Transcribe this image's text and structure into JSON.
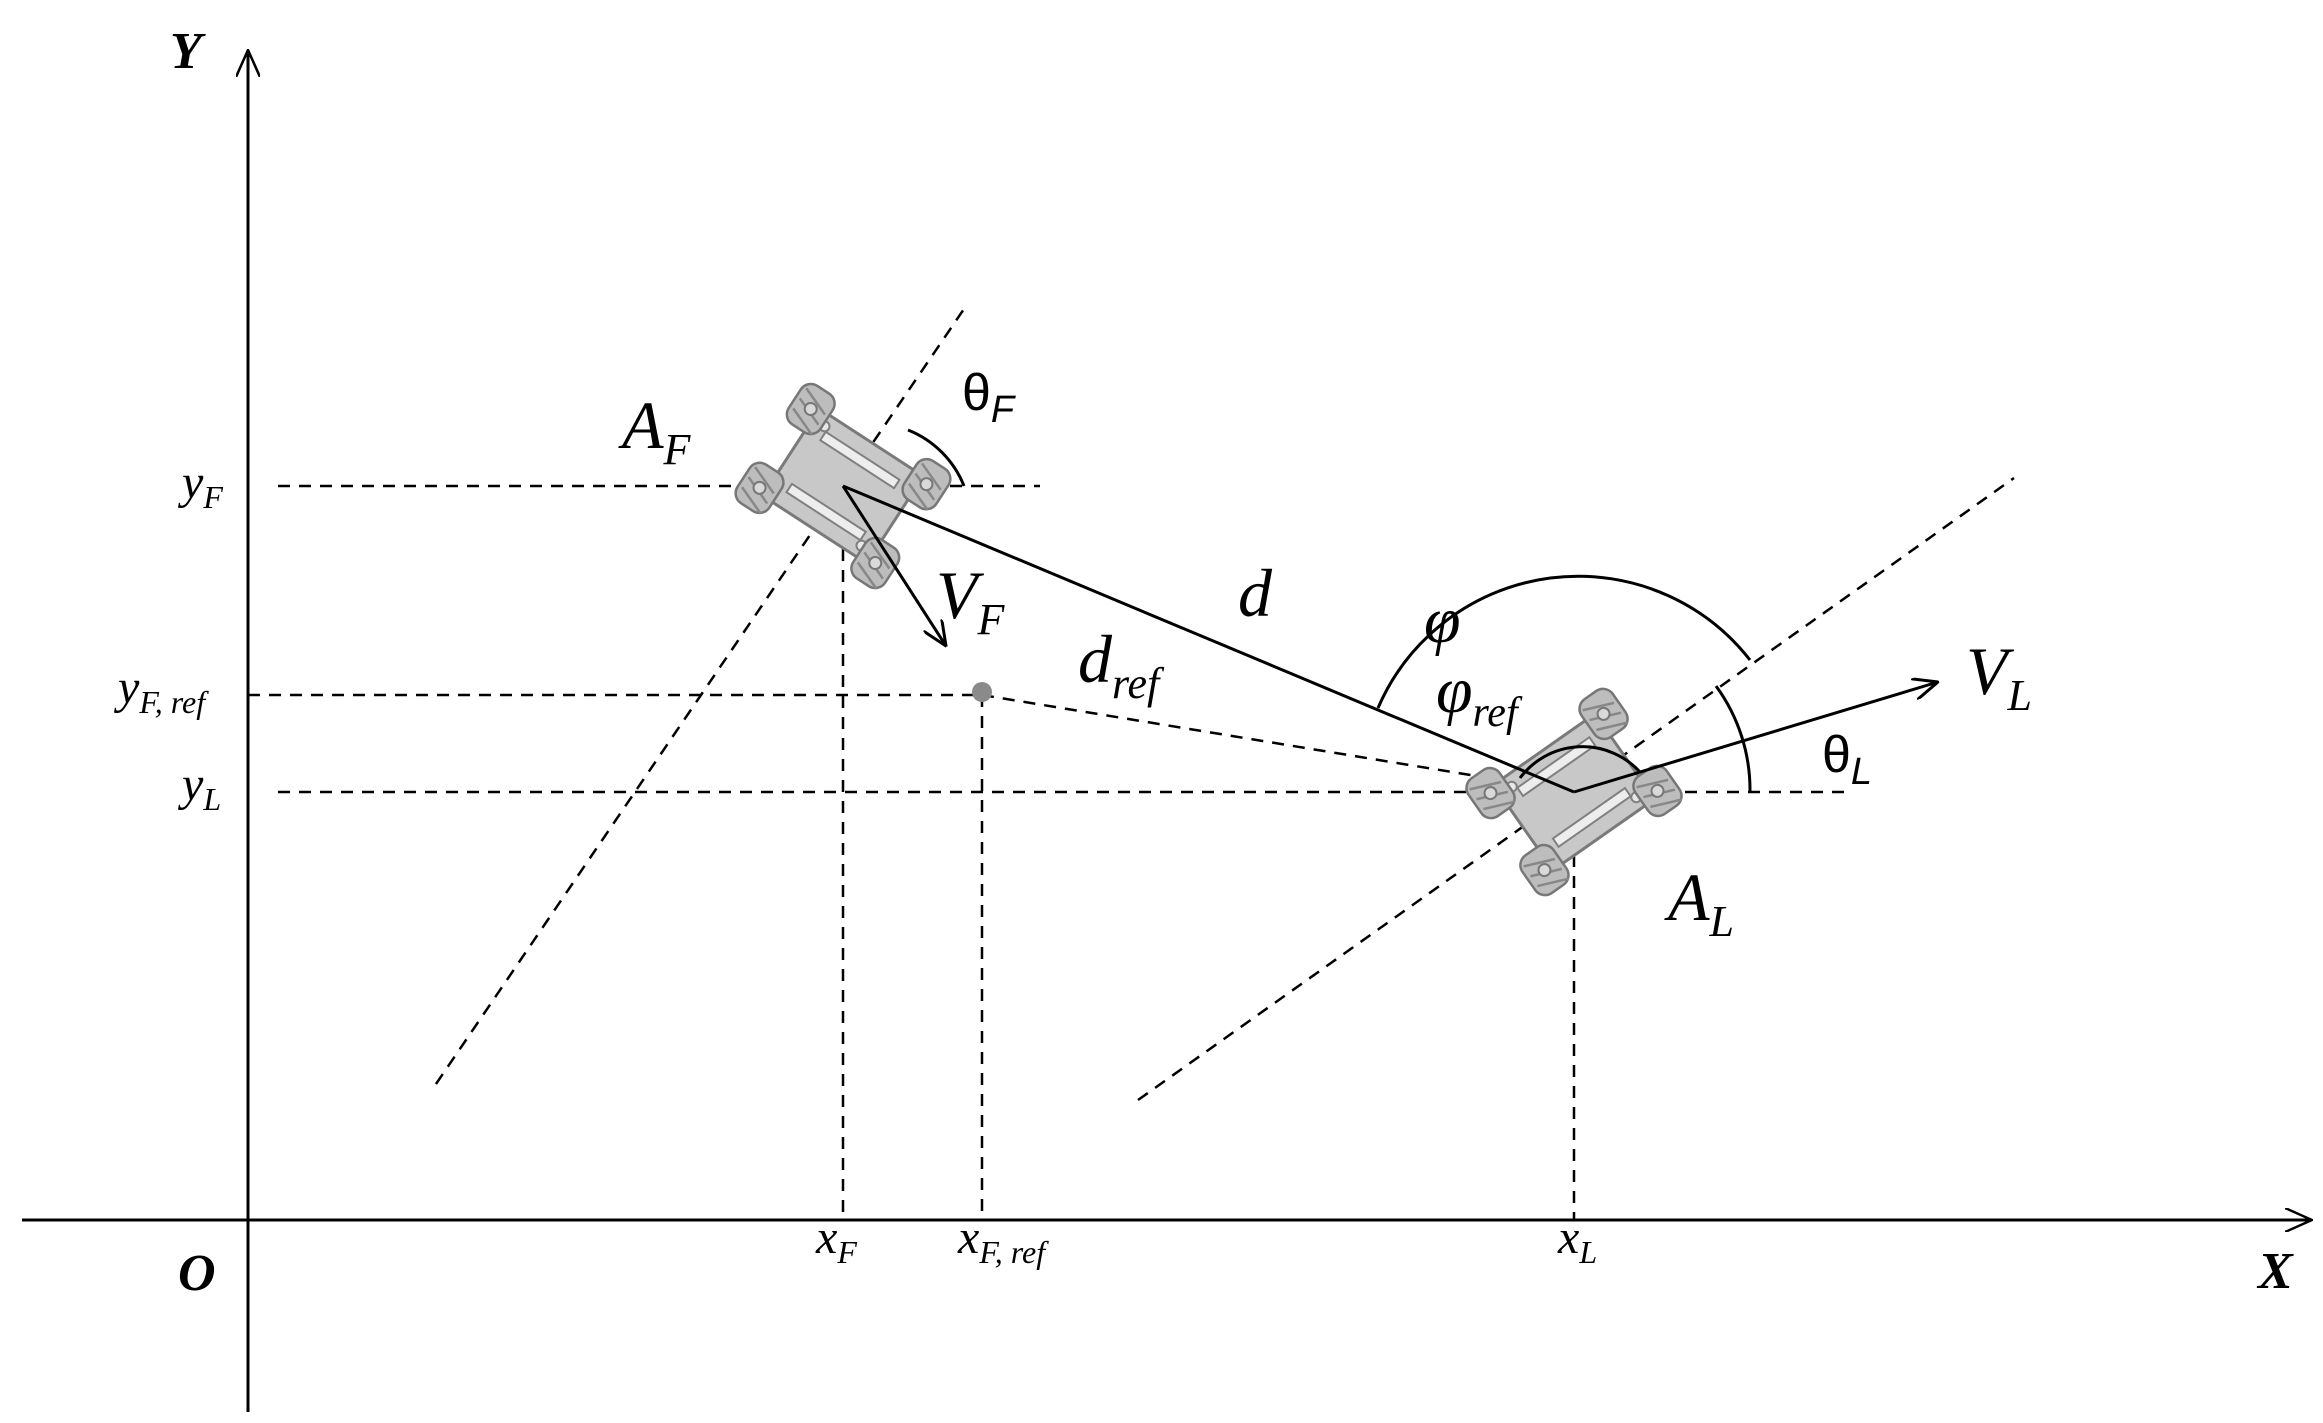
{
  "axes": {
    "x_label": "X",
    "y_label": "Y",
    "origin_label": "O"
  },
  "ticks": {
    "x_F": {
      "main": "x",
      "sub": "F"
    },
    "x_F_ref": {
      "main": "x",
      "sub": "F, ref"
    },
    "x_L": {
      "main": "x",
      "sub": "L"
    },
    "y_F": {
      "main": "y",
      "sub": "F"
    },
    "y_F_ref": {
      "main": "y",
      "sub": "F, ref"
    },
    "y_L": {
      "main": "y",
      "sub": "L"
    }
  },
  "follower": {
    "name": {
      "main": "A",
      "sub": "F"
    },
    "velocity": {
      "main": "V",
      "sub": "F"
    },
    "heading": {
      "main": "θ",
      "sub": "F"
    },
    "body_color": "#c8c8c8"
  },
  "leader": {
    "name": {
      "main": "A",
      "sub": "L"
    },
    "velocity": {
      "main": "V",
      "sub": "L"
    },
    "heading": {
      "main": "θ",
      "sub": "L"
    },
    "body_color": "#c8c8c8"
  },
  "distance": {
    "main": "d"
  },
  "distance_ref": {
    "main": "d",
    "sub": "ref"
  },
  "angle": {
    "main": "φ"
  },
  "angle_ref": {
    "main": "φ",
    "sub": "ref"
  },
  "reference_point_color": "#8a8a8a"
}
